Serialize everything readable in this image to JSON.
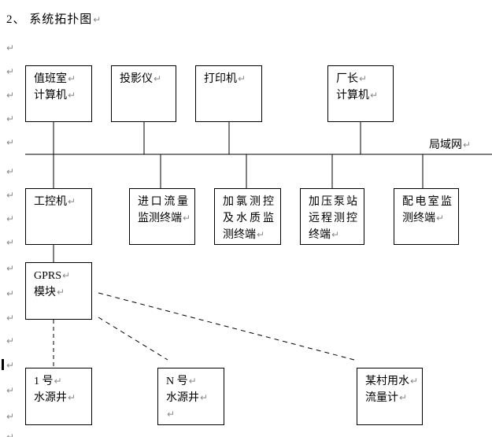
{
  "document": {
    "heading": "2、 系统拓扑图",
    "lan_label": "局域网",
    "pilcrow": "↵"
  },
  "boxes": {
    "duty_room_computer": {
      "lines": [
        "值班室",
        "计算机"
      ]
    },
    "projector": {
      "lines": [
        "投影仪"
      ]
    },
    "printer": {
      "lines": [
        "打印机"
      ]
    },
    "director_computer": {
      "lines": [
        "厂长",
        "计算机"
      ]
    },
    "industrial_pc": {
      "lines": [
        "工控机"
      ]
    },
    "inlet_flow_terminal": {
      "lines": [
        "进口流量",
        "监测终端"
      ]
    },
    "chlorine_quality_terminal": {
      "lines": [
        "加氯测控",
        "及水质监",
        "测终端"
      ]
    },
    "pump_station_terminal": {
      "lines": [
        "加压泵站",
        "远程测控",
        "终端"
      ]
    },
    "power_room_terminal": {
      "lines": [
        "配电室监",
        "测终端"
      ]
    },
    "gprs_module": {
      "lines": [
        "GPRS",
        "模块"
      ]
    },
    "well_1": {
      "lines": [
        "1 号",
        "水源井"
      ]
    },
    "well_n": {
      "lines": [
        "N 号",
        "水源井",
        ""
      ]
    },
    "village_flowmeter": {
      "lines": [
        "某村用水",
        "流量计"
      ]
    }
  }
}
